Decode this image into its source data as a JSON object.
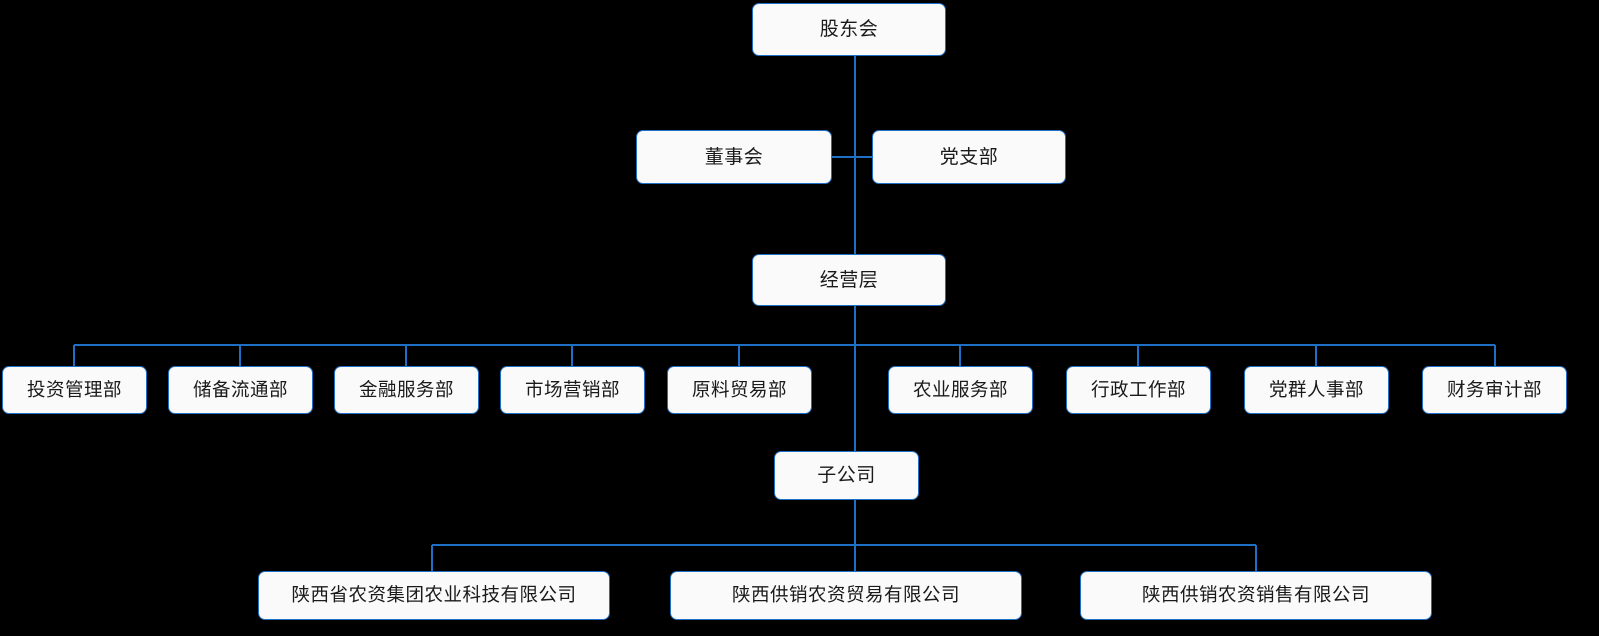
{
  "chart": {
    "type": "org-chart",
    "background_color": "#000000",
    "node_fill_color": "#fafafa",
    "node_border_color": "#1f6fc4",
    "connector_color": "#1f6fc4",
    "text_color": "#1a1a1a",
    "levels": [
      {
        "name": "shareholders",
        "nodes": [
          {
            "label": "股东会"
          }
        ]
      },
      {
        "name": "governance",
        "nodes": [
          {
            "label": "董事会"
          },
          {
            "label": "党支部"
          }
        ]
      },
      {
        "name": "management",
        "nodes": [
          {
            "label": "经营层"
          }
        ]
      },
      {
        "name": "departments",
        "nodes": [
          {
            "label": "投资管理部"
          },
          {
            "label": "储备流通部"
          },
          {
            "label": "金融服务部"
          },
          {
            "label": "市场营销部"
          },
          {
            "label": "原料贸易部"
          },
          {
            "label": "农业服务部"
          },
          {
            "label": "行政工作部"
          },
          {
            "label": "党群人事部"
          },
          {
            "label": "财务审计部"
          }
        ]
      },
      {
        "name": "subsidiary-group",
        "nodes": [
          {
            "label": "子公司"
          }
        ]
      },
      {
        "name": "subsidiaries",
        "nodes": [
          {
            "label": "陕西省农资集团农业科技有限公司"
          },
          {
            "label": "陕西供销农资贸易有限公司"
          },
          {
            "label": "陕西供销农资销售有限公司"
          }
        ]
      }
    ]
  }
}
